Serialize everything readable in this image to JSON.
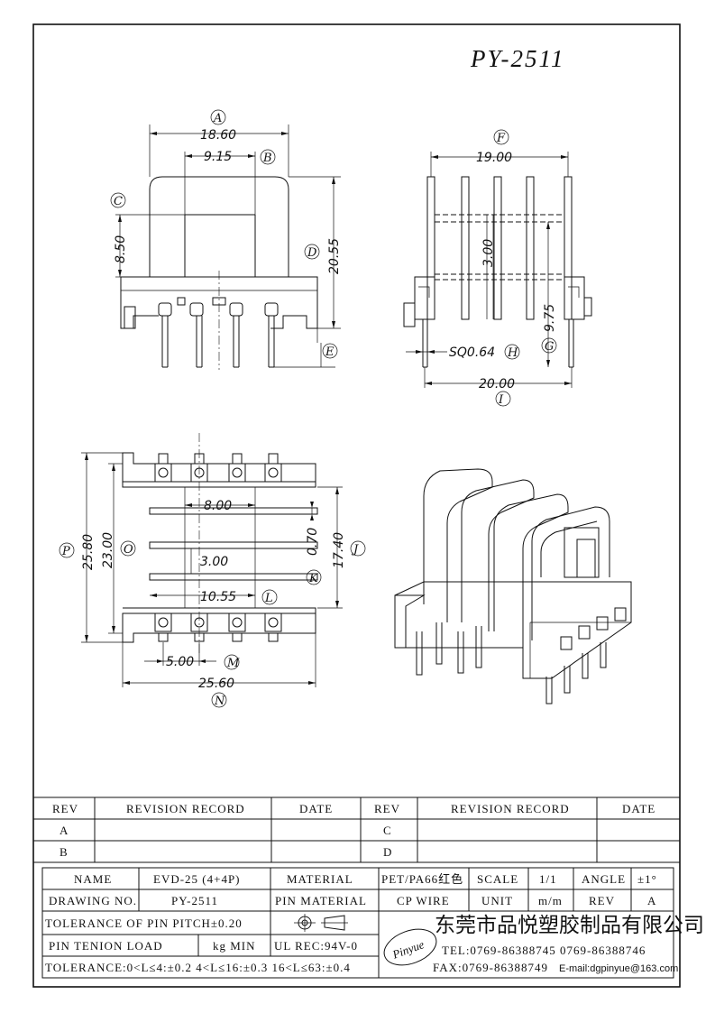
{
  "title": "PY-2511",
  "dimensions": {
    "A": {
      "label": "A",
      "value": "18.60"
    },
    "B": {
      "label": "B",
      "value": "9.15"
    },
    "C": {
      "label": "C",
      "value": "8.50"
    },
    "D": {
      "label": "D",
      "value": "20.55"
    },
    "E": {
      "label": "E"
    },
    "F": {
      "label": "F",
      "value": "19.00"
    },
    "G": {
      "label": "G",
      "value": "9.75"
    },
    "H": {
      "label": "H",
      "value": "SQ0.64"
    },
    "I": {
      "label": "I",
      "value": "20.00"
    },
    "side_inner": {
      "value": "3.00"
    },
    "J": {
      "label": "J",
      "value": "17.40"
    },
    "K": {
      "label": "K",
      "value": "0.70"
    },
    "L": {
      "label": "L",
      "value": "10.55"
    },
    "M": {
      "label": "M",
      "value": "5.00"
    },
    "N": {
      "label": "N",
      "value": "25.60"
    },
    "O": {
      "label": "O",
      "value": "23.00"
    },
    "P": {
      "label": "P",
      "value": "25.80"
    },
    "top_inner_w": {
      "value": "8.00"
    },
    "top_inner_gap": {
      "value": "3.00"
    }
  },
  "revision_table": {
    "h_rev": "REV",
    "h_record": "REVISION RECORD",
    "h_date": "DATE",
    "h_rev2": "REV",
    "h_record2": "REVISION RECORD",
    "h_date2": "DATE",
    "r1_left": "A",
    "r1_right": "C",
    "r2_left": "B",
    "r2_right": "D"
  },
  "spec_table": {
    "name_label": "NAME",
    "name_value": "EVD-25 (4+4P)",
    "material_label": "MATERIAL",
    "material_value": "PET/PA66红色",
    "scale_label": "SCALE",
    "scale_value": "1/1",
    "angle_label": "ANGLE",
    "angle_value": "±1°",
    "drawing_label": "DRAWING NO.",
    "drawing_value": "PY-2511",
    "pin_material_label": "PIN MATERIAL",
    "pin_material_value": "CP WIRE",
    "unit_label": "UNIT",
    "unit_value": "m/m",
    "rev_label": "REV",
    "rev_value": "A",
    "tolerance_pitch": "TOLERANCE OF PIN PITCH±0.20",
    "pin_tension_label": "PIN TENION LOAD",
    "pin_tension_unit": "kg MIN",
    "ul_rec": "UL REC:94V-0",
    "tolerance_line": "TOLERANCE:0<L≤4:±0.2   4<L≤16:±0.3   16<L≤63:±0.4"
  },
  "company": {
    "logo_text": "Pinyue",
    "name_cn": "东莞市品悦塑胶制品有限公司",
    "tel": "TEL:0769-86388745   0769-86388746",
    "fax": "FAX:0769-86388749",
    "email": "E-mail:dgpinyue@163.com"
  }
}
